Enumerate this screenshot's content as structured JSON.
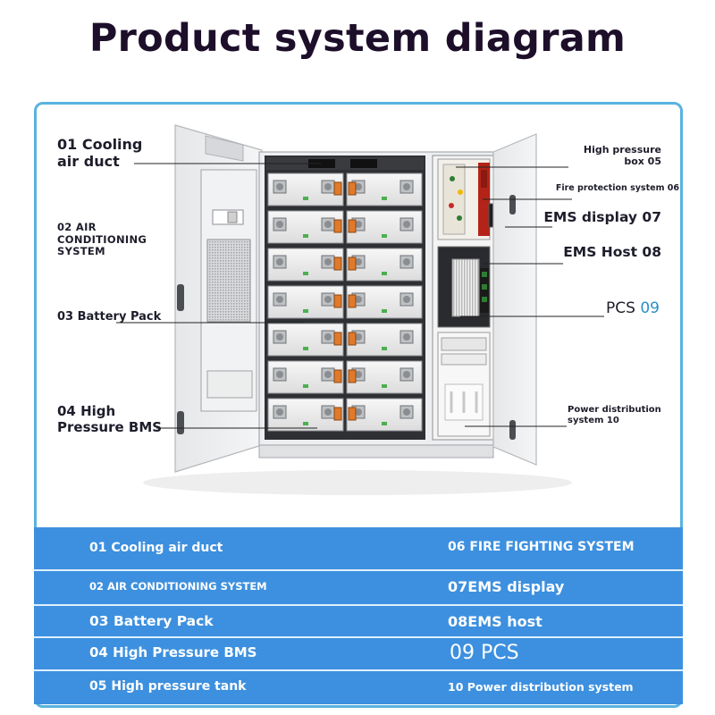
{
  "title": "Product system diagram",
  "callouts": {
    "c01": "01 Cooling air duct",
    "c02": "02 AIR CONDITIONING SYSTEM",
    "c03": "03 Battery Pack",
    "c04": "04 High Pressure BMS",
    "c05": "High pressure box 05",
    "c06": "Fire protection system 06",
    "c07": "EMS display 07",
    "c08": "EMS Host 08",
    "c09_label": "PCS",
    "c09_num": "09",
    "c10": "Power distribution system 10"
  },
  "legend": [
    [
      "01 Cooling air duct",
      "06 FIRE FIGHTING SYSTEM"
    ],
    [
      "02 AIR CONDITIONING SYSTEM",
      "07EMS display"
    ],
    [
      "03 Battery Pack",
      "08EMS host"
    ],
    [
      "04 High Pressure BMS",
      "09 PCS"
    ],
    [
      "05 High pressure tank",
      "10 Power distribution system"
    ]
  ],
  "colors": {
    "band": "#3d90df",
    "frame": "#58b3df",
    "accent": "#2a8fc7"
  }
}
